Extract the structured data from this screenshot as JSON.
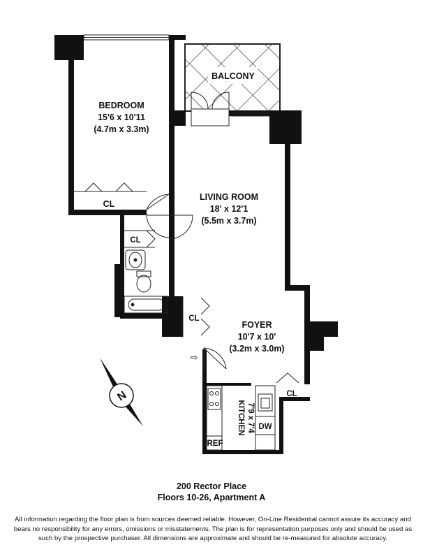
{
  "rooms": {
    "bedroom": {
      "name": "BEDROOM",
      "size_ft": "15'6 x 10'11",
      "size_m": "(4.7m x 3.3m)"
    },
    "living": {
      "name": "LIVING ROOM",
      "size_ft": "18' x 12'1",
      "size_m": "(5.5m x 3.7m)"
    },
    "foyer": {
      "name": "FOYER",
      "size_ft": "10'7 x 10'",
      "size_m": "(3.2m x 3.0m)"
    },
    "kitchen": {
      "name": "KITCHEN",
      "size_ft": "7'9 x 7'4"
    },
    "balcony": {
      "name": "BALCONY"
    }
  },
  "fixtures": {
    "closet": "CL",
    "dishwasher": "DW",
    "refrigerator": "REF"
  },
  "compass": {
    "letter": "N"
  },
  "caption": {
    "address": "200 Rector Place",
    "unit": "Floors 10-26, Apartment A"
  },
  "disclaimer": "All information regarding the floor plan is from sources deemed reliable.  However, On-Line Residential cannot assure its accuracy and bears no responsibility for any errors, omissions or misstatements.  The plan is for representation purposes only and should be used as such by the prospective purchaser.  All dimensions are approximate and should be re-measured for absolute accuracy.",
  "colors": {
    "wall": "#111111",
    "background": "#ffffff",
    "line": "#222222"
  }
}
